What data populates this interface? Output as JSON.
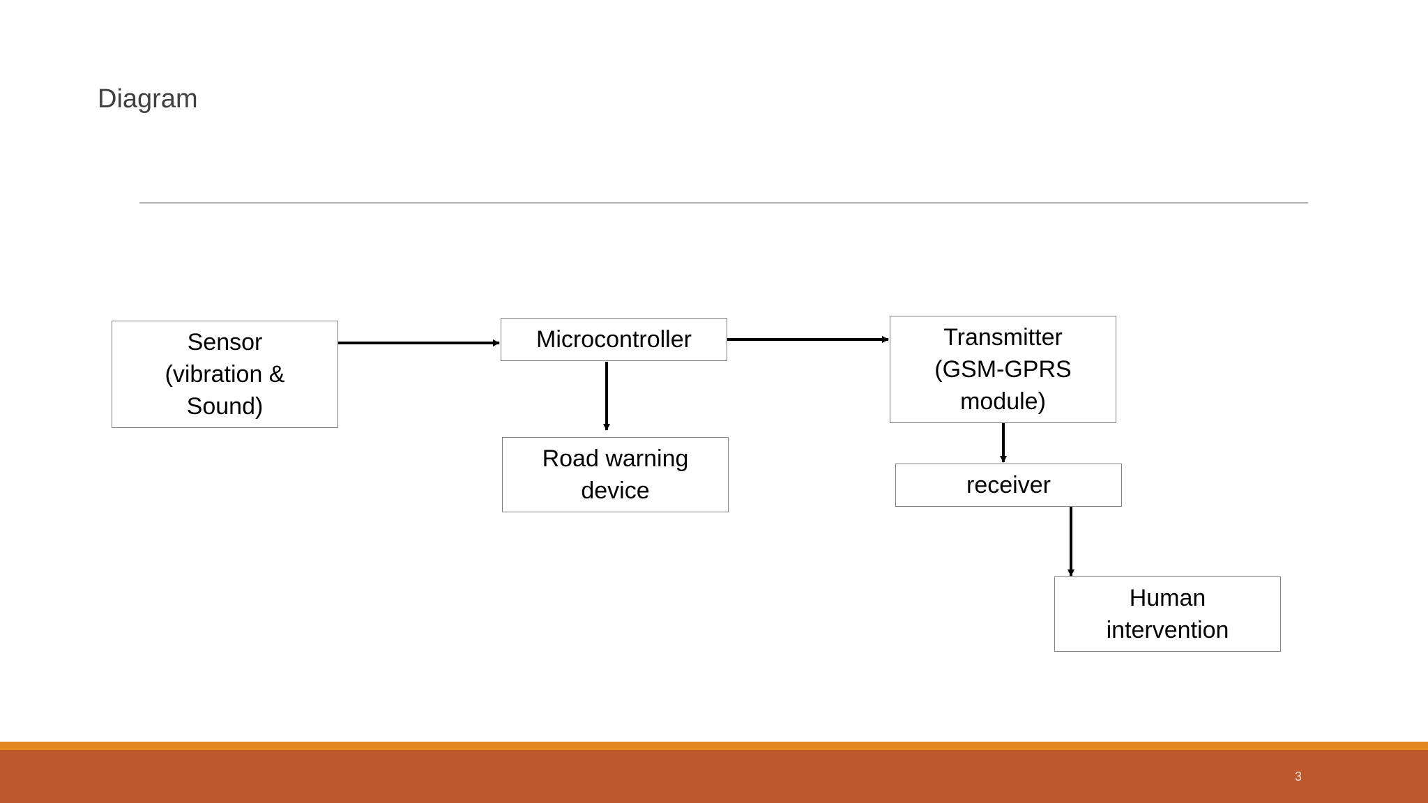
{
  "slide": {
    "title": "Diagram",
    "page_number": "3"
  },
  "diagram": {
    "nodes": {
      "sensor": "Sensor\n(vibration &\nSound)",
      "microcontroller": "Microcontroller",
      "road_warning": "Road warning\ndevice",
      "transmitter": "Transmitter\n(GSM-GPRS\nmodule)",
      "receiver": "receiver",
      "human": "Human\nintervention"
    },
    "edges": [
      {
        "from": "sensor",
        "to": "microcontroller"
      },
      {
        "from": "microcontroller",
        "to": "transmitter"
      },
      {
        "from": "microcontroller",
        "to": "road_warning"
      },
      {
        "from": "transmitter",
        "to": "receiver"
      },
      {
        "from": "receiver",
        "to": "human"
      }
    ]
  },
  "colors": {
    "footer_stripe": "#e3871f",
    "footer_band": "#bc582b",
    "title_text": "#404040",
    "box_border": "#7f7f7f"
  }
}
